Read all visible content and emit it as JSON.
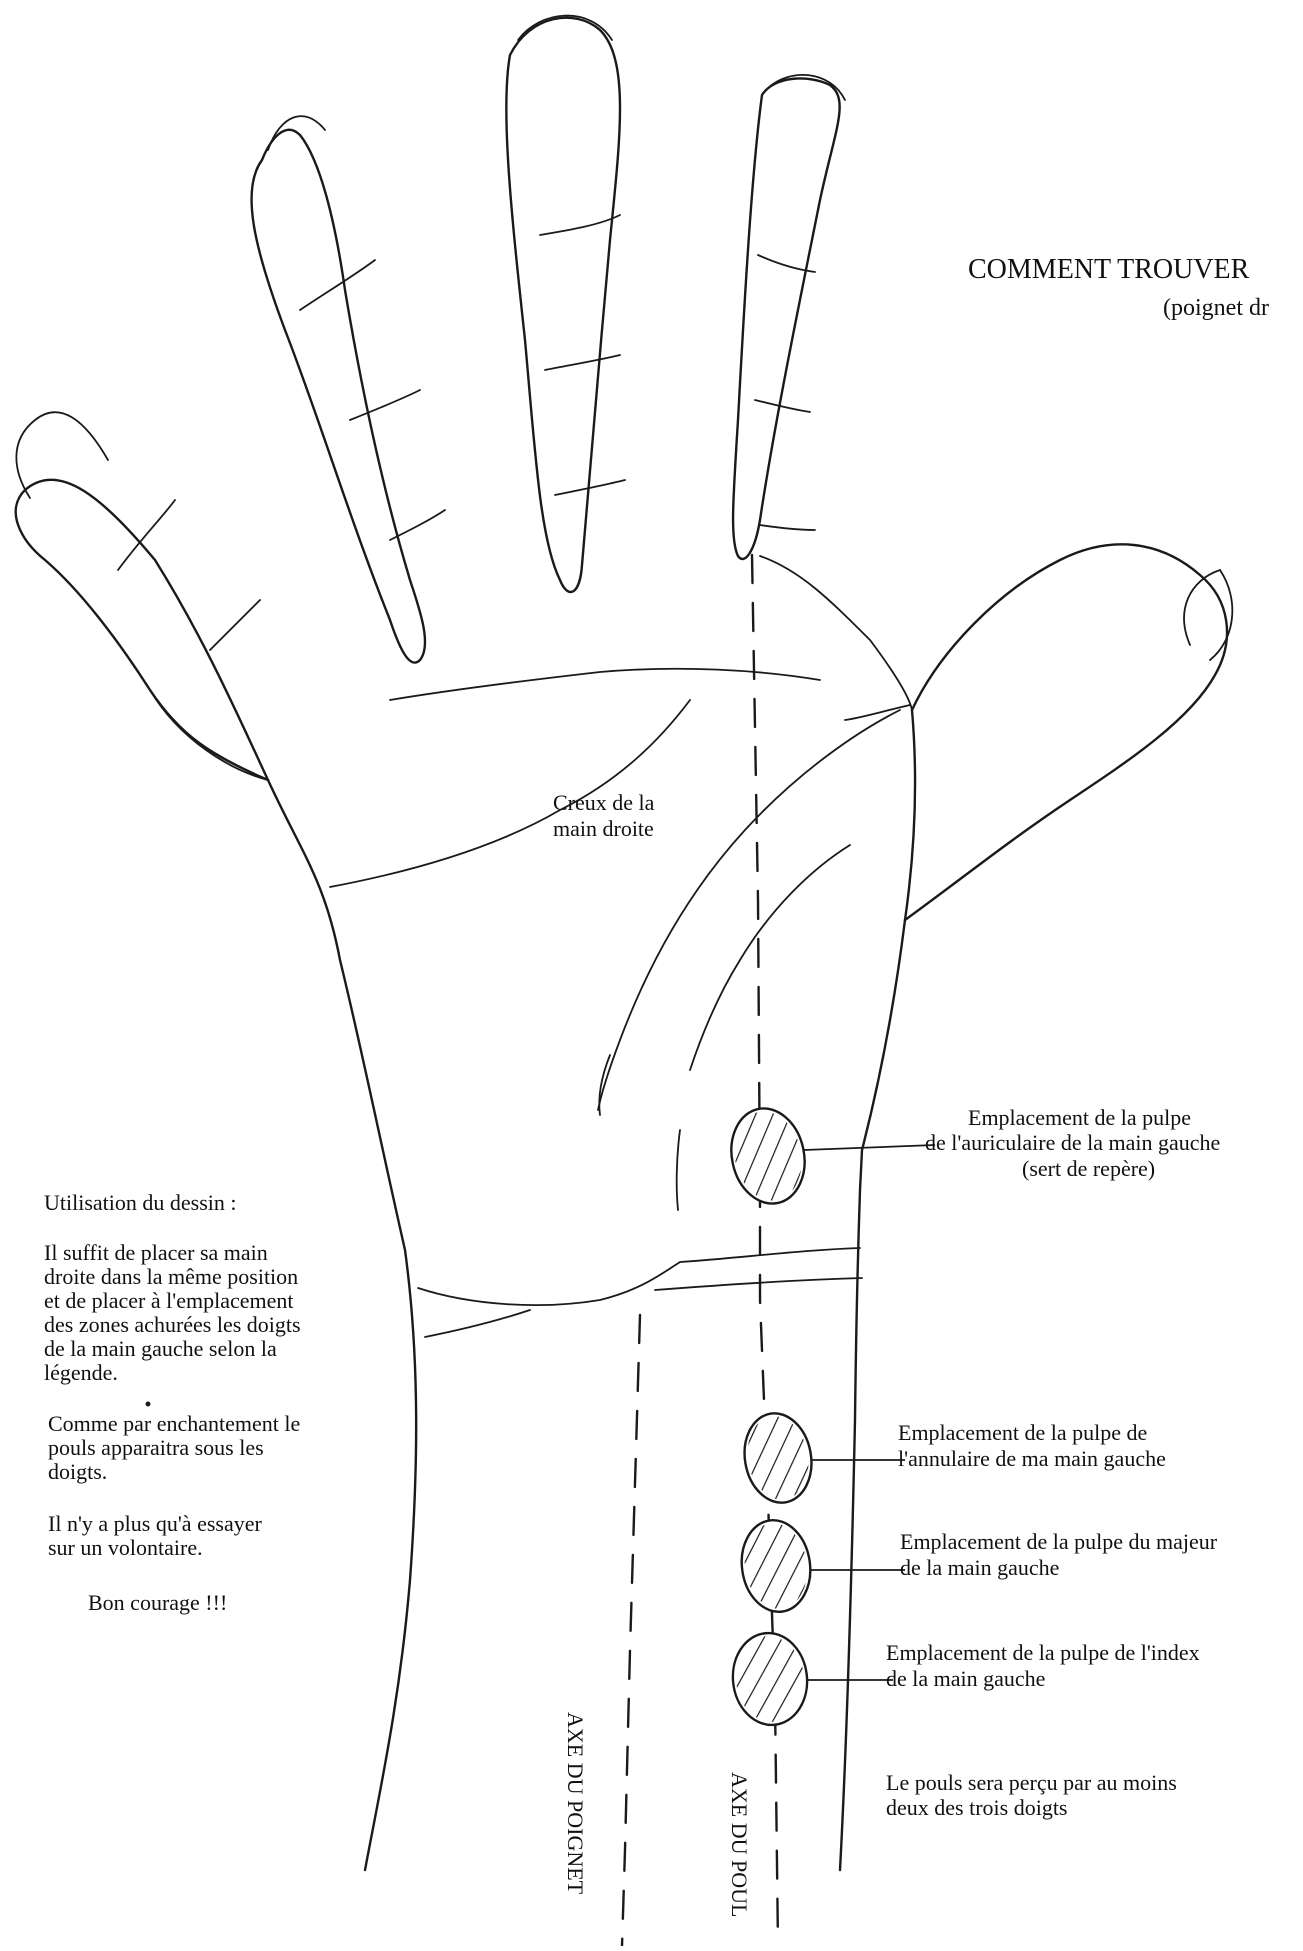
{
  "title": {
    "line1": "COMMENT TROUVER",
    "line2": "(poignet dr"
  },
  "palm_label": {
    "line1": "Creux de la",
    "line2": "main droite"
  },
  "instructions": {
    "heading": "Utilisation du dessin :",
    "para1": [
      "Il suffit de placer sa main",
      "droite dans la même position",
      "et de placer à l'emplacement",
      "des zones achurées les doigts",
      "de la main gauche selon la",
      "légende."
    ],
    "para2": [
      "Comme par enchantement le",
      "pouls apparaitra sous les",
      "doigts."
    ],
    "para3": [
      "Il n'y a plus qu'à essayer",
      "sur un volontaire."
    ],
    "closing": "Bon courage !!!"
  },
  "legend": {
    "auriculaire": [
      "Emplacement de la pulpe",
      "de l'auriculaire de la main gauche",
      "(sert de repère)"
    ],
    "annulaire": [
      "Emplacement de la pulpe de",
      "l'annulaire de ma main gauche"
    ],
    "majeur": [
      "Emplacement de la pulpe du majeur",
      "de la main gauche"
    ],
    "index": [
      "Emplacement de la pulpe de l'index",
      "de la main gauche"
    ],
    "note": [
      "Le pouls sera perçu par au moins",
      "deux des trois doigts"
    ]
  },
  "axis_labels": {
    "poignet": "AXE DU POIGNET",
    "pouls": "AXE DU POUL"
  }
}
